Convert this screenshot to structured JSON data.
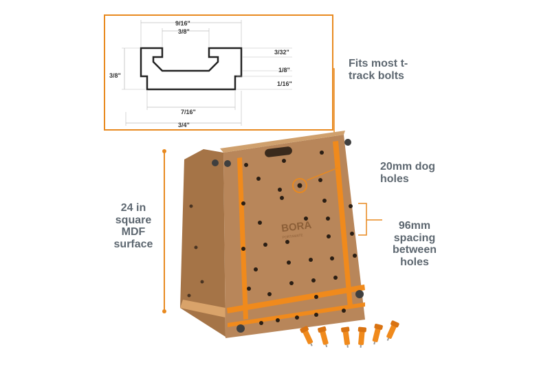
{
  "diagram": {
    "dims": {
      "top_outer": "9/16\"",
      "top_inner": "3/8\"",
      "left_height": "3/8\"",
      "right_top": "3/32\"",
      "right_mid": "1/8\"",
      "right_bottom": "1/16\"",
      "bottom_inner": "7/16\"",
      "bottom_outer": "3/4\""
    }
  },
  "callouts": {
    "fits": "Fits most t-track bolts",
    "dog_holes": "20mm dog holes",
    "spacing": "96mm spacing between holes",
    "surface": "24 in square MDF surface"
  },
  "brand": {
    "logo_text": "BORA",
    "logo_sub": "PORTAMATE"
  },
  "colors": {
    "accent": "#e8891f",
    "text": "#5d6770",
    "mdf": "#b8865a",
    "mdf_dark": "#a57447",
    "track": "#f08a1c"
  }
}
